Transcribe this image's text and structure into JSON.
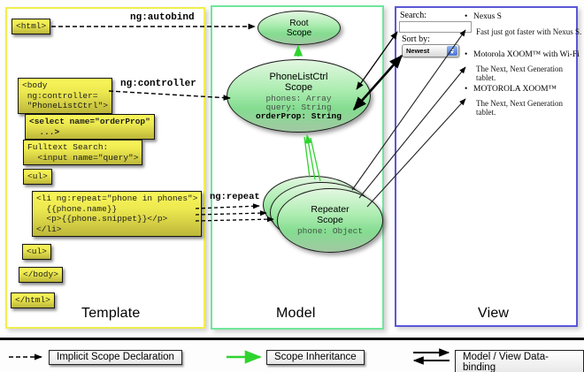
{
  "columns": {
    "template": {
      "label": "Template"
    },
    "model": {
      "label": "Model"
    },
    "view": {
      "label": "View"
    }
  },
  "connectors": {
    "autobind_label": "ng:autobind",
    "controller_label": "ng:controller",
    "repeat_label": "ng:repeat"
  },
  "template_code": {
    "html_open": "<html>",
    "body_open": "<body\n ng:controller=\n \"PhoneListCtrl\">",
    "select": "<select name=\"orderProp\"\n  ...>",
    "fulltext": "Fulltext Search:\n  <input name=\"query\">",
    "ul_open": "<ul>",
    "li_repeat": "<li ng:repeat=\"phone in phones\">\n  {{phone.name}}\n  <p>{{phone.snippet}}</p>\n</li>",
    "ul_second": "<ul>",
    "body_close": "</body>",
    "html_close": "</html>"
  },
  "model_scopes": {
    "root": {
      "title": "Root\nScope"
    },
    "phonelist": {
      "title": "PhoneListCtrl\nScope",
      "prop_phones": "phones: Array",
      "prop_query": "query: String",
      "prop_orderprop": "orderProp: String"
    },
    "repeater": {
      "title": "Repeater\nScope",
      "prop_phone": "phone: Object"
    }
  },
  "view_panel": {
    "search_label": "Search:",
    "search_value": "",
    "sort_label": "Sort by:",
    "sort_selected": "Newest",
    "bullet_icon": "•",
    "items": [
      {
        "title": "Nexus S",
        "snippet": "Fast just got faster with Nexus S."
      },
      {
        "title": "Motorola XOOM™ with Wi-Fi",
        "snippet": "The Next, Next Generation tablet."
      },
      {
        "title": "MOTOROLA XOOM™",
        "snippet": "The Next, Next Generation tablet."
      }
    ]
  },
  "legend": {
    "implicit": "Implicit Scope Declaration",
    "inheritance": "Scope Inheritance",
    "databinding": "Model / View Data-binding"
  },
  "colors": {
    "template_border": "#f0ee4e",
    "model_border": "#6fe69c",
    "view_border": "#5a57d8",
    "code_box_yellow": "#f1ee4f",
    "scope_green": "#8fe39a",
    "inheritance_arrow_green": "#2fd32f"
  }
}
